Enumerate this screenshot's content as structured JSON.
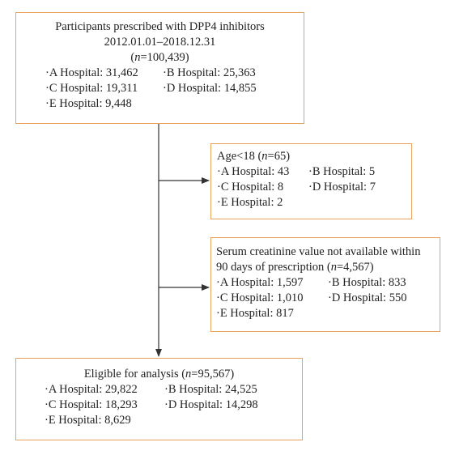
{
  "box1": {
    "title": "Participants prescribed with DPP4 inhibitors",
    "period": "2012.01.01–2018.12.31",
    "n_prefix": "(",
    "n_var": "n",
    "n_value": "=100,439)",
    "hospitals": [
      "·A Hospital: 31,462",
      "·B Hospital: 25,363",
      "·C Hospital: 19,311",
      "·D Hospital: 14,855",
      "·E Hospital: 9,448"
    ]
  },
  "box2": {
    "title_pre": "Age<18 (",
    "n_var": "n",
    "title_post": "=65)",
    "hospitals": [
      "·A Hospital: 43",
      "·B Hospital: 5",
      "·C Hospital: 8",
      "·D Hospital: 7",
      "·E Hospital: 2"
    ]
  },
  "box3": {
    "line1": "Serum creatinine value not available within",
    "line2_pre": "90 days of prescription (",
    "n_var": "n",
    "line2_post": "=4,567)",
    "hospitals": [
      "·A Hospital: 1,597",
      "·B Hospital: 833",
      "·C Hospital: 1,010",
      "·D Hospital: 550",
      "·E Hospital: 817"
    ]
  },
  "box4": {
    "title_pre": "Eligible for analysis (",
    "n_var": "n",
    "title_post": "=95,567)",
    "hospitals": [
      "·A Hospital: 29,822",
      "·B Hospital: 24,525",
      "·C Hospital: 18,293",
      "·D Hospital: 14,298",
      "·E Hospital: 8,629"
    ]
  },
  "colors": {
    "border": "#e8a15a",
    "arrow": "#333333"
  }
}
